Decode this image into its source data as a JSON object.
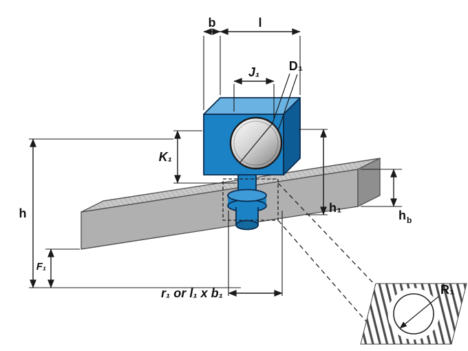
{
  "diagram": {
    "background": "#ffffff",
    "labels": {
      "b": "b",
      "l": "l",
      "J1": "J₁",
      "D1": "D₁",
      "K1": "K₁",
      "h": "h",
      "F1": "F₁",
      "h1": "h₁",
      "hb_main": "h",
      "hb_sub": "b",
      "r1_expression": "r₁ or l₁ x b₁",
      "R1": "R₁"
    },
    "colors": {
      "block_front": "#1c82c6",
      "block_top": "#6ab2e2",
      "block_side": "#0e5c96",
      "stud_light": "#3f9ad8",
      "stud_mid": "#1c82c6",
      "stud_dark": "#14699f",
      "bar_front": "#b0b0b0",
      "bar_side": "#8f8f8f",
      "outline": "#0a2c4e",
      "dim": "#1a1a1a"
    }
  }
}
